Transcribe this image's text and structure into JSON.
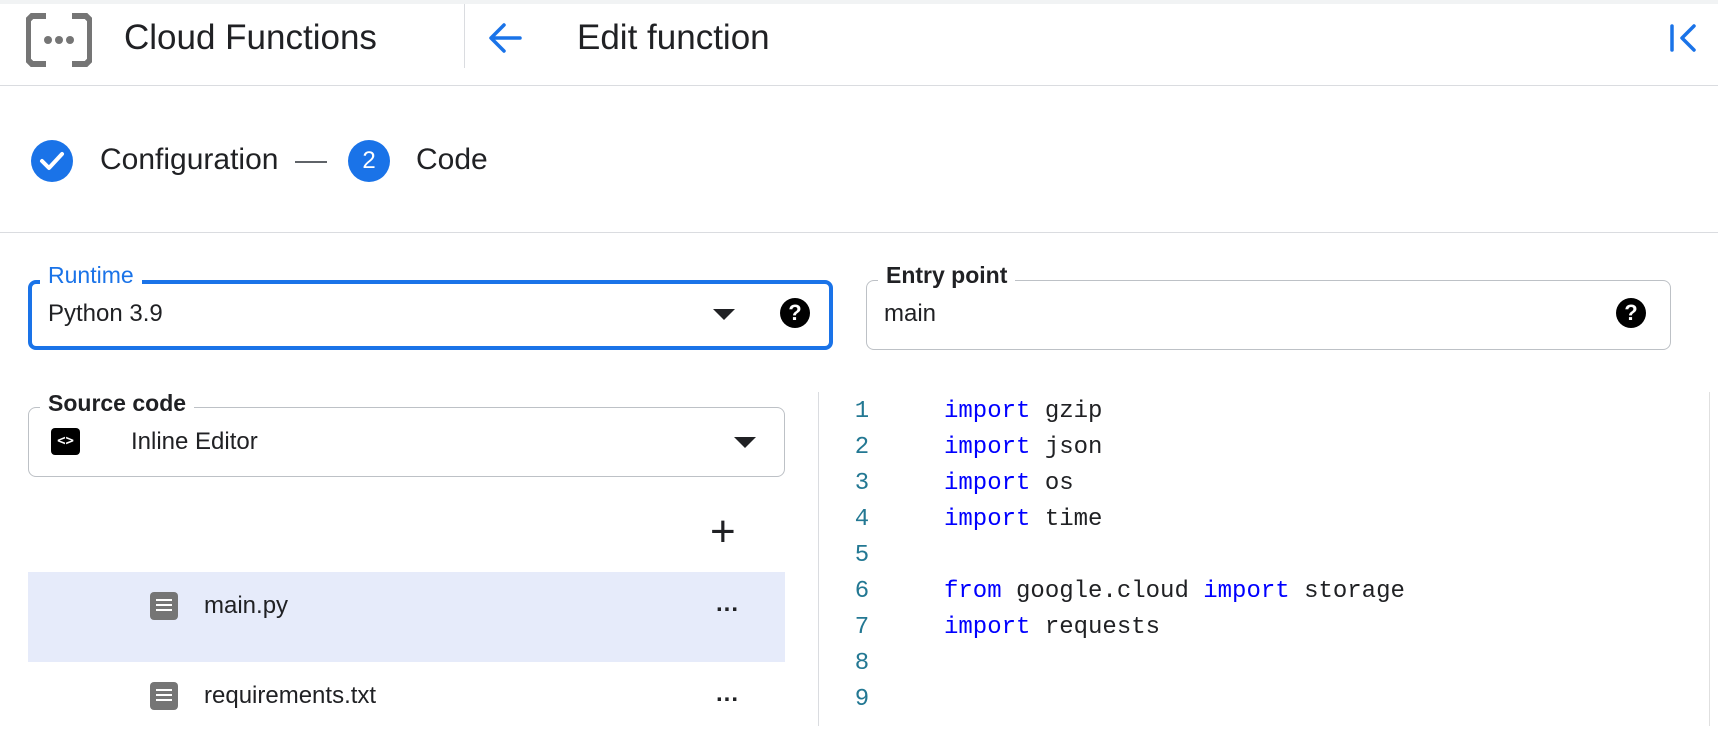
{
  "header": {
    "app_title": "Cloud Functions",
    "page_title": "Edit function"
  },
  "stepper": {
    "step1": {
      "label": "Configuration",
      "state": "complete"
    },
    "step2": {
      "number": "2",
      "label": "Code",
      "state": "active"
    }
  },
  "runtime": {
    "label": "Runtime",
    "value": "Python 3.9"
  },
  "entry_point": {
    "label": "Entry point",
    "value": "main"
  },
  "source_code": {
    "label": "Source code",
    "value": "Inline Editor"
  },
  "files": [
    {
      "name": "main.py",
      "selected": true,
      "more": "..."
    },
    {
      "name": "requirements.txt",
      "selected": false,
      "more": "..."
    }
  ],
  "editor": {
    "lines": [
      {
        "num": "1",
        "kw": "import",
        "rest": " gzip"
      },
      {
        "num": "2",
        "kw": "import",
        "rest": " json"
      },
      {
        "num": "3",
        "kw": "import",
        "rest": " os"
      },
      {
        "num": "4",
        "kw": "import",
        "rest": " time"
      },
      {
        "num": "5",
        "kw": "",
        "rest": ""
      },
      {
        "num": "6",
        "kw": "from",
        "rest": " google.cloud ",
        "kw2": "import",
        "rest2": " storage"
      },
      {
        "num": "7",
        "kw": "import",
        "rest": " requests"
      },
      {
        "num": "8",
        "kw": "",
        "rest": ""
      },
      {
        "num": "9",
        "kw": "",
        "rest": ""
      }
    ]
  },
  "colors": {
    "accent": "#1a73e8",
    "selected_row": "#e6ebfa",
    "keyword": "#0000ff",
    "line_number": "#237893"
  },
  "icons": [
    "cloud-functions-logo",
    "arrow-back-icon",
    "collapse-panel-icon",
    "check-icon",
    "help-icon",
    "code-icon",
    "chevron-down-icon",
    "add-icon",
    "file-icon",
    "more-icon"
  ]
}
